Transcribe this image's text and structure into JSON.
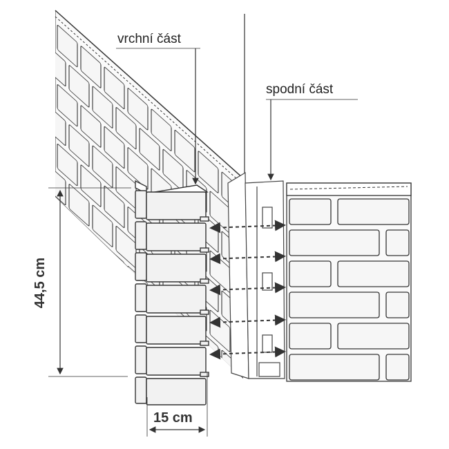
{
  "labels": {
    "top_part": "vrchní část",
    "bottom_part": "spodní část",
    "height_dimension": "44,5 cm",
    "width_dimension": "15 cm"
  },
  "colors": {
    "stroke": "#333333",
    "brick_fill": "#f4f4f4",
    "arrow": "#333333"
  }
}
